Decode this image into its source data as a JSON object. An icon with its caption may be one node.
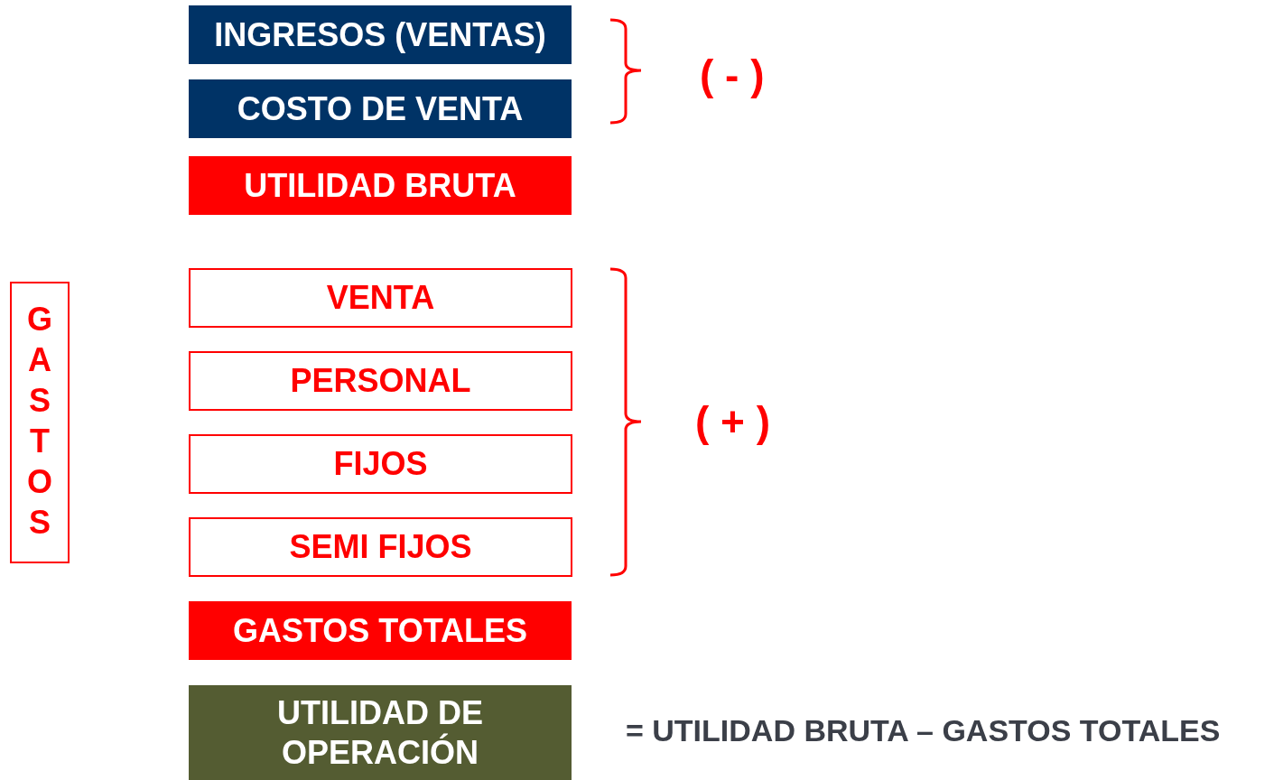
{
  "diagram": {
    "nodes": [
      {
        "text": [
          "INGRESOS (VENTAS)"
        ]
      },
      {
        "text": [
          "COSTO DE VENTA"
        ]
      },
      {
        "text": [
          "UTILIDAD BRUTA"
        ]
      },
      {
        "text": [
          "GASTOS"
        ]
      },
      {
        "text": [
          "VENTA"
        ]
      },
      {
        "text": [
          "PERSONAL"
        ]
      },
      {
        "text": [
          "FIJOS"
        ]
      },
      {
        "text": [
          "SEMI FIJOS"
        ]
      },
      {
        "text": [
          "GASTOS TOTALES"
        ]
      },
      {
        "text": [
          "UTILIDAD DE OPERACIÓN"
        ],
        "beside": [
          "= UTILIDAD BRUTA – GASTOS TOTALES"
        ]
      }
    ],
    "edges": [],
    "labels": [
      "( - )",
      "( + )"
    ]
  }
}
